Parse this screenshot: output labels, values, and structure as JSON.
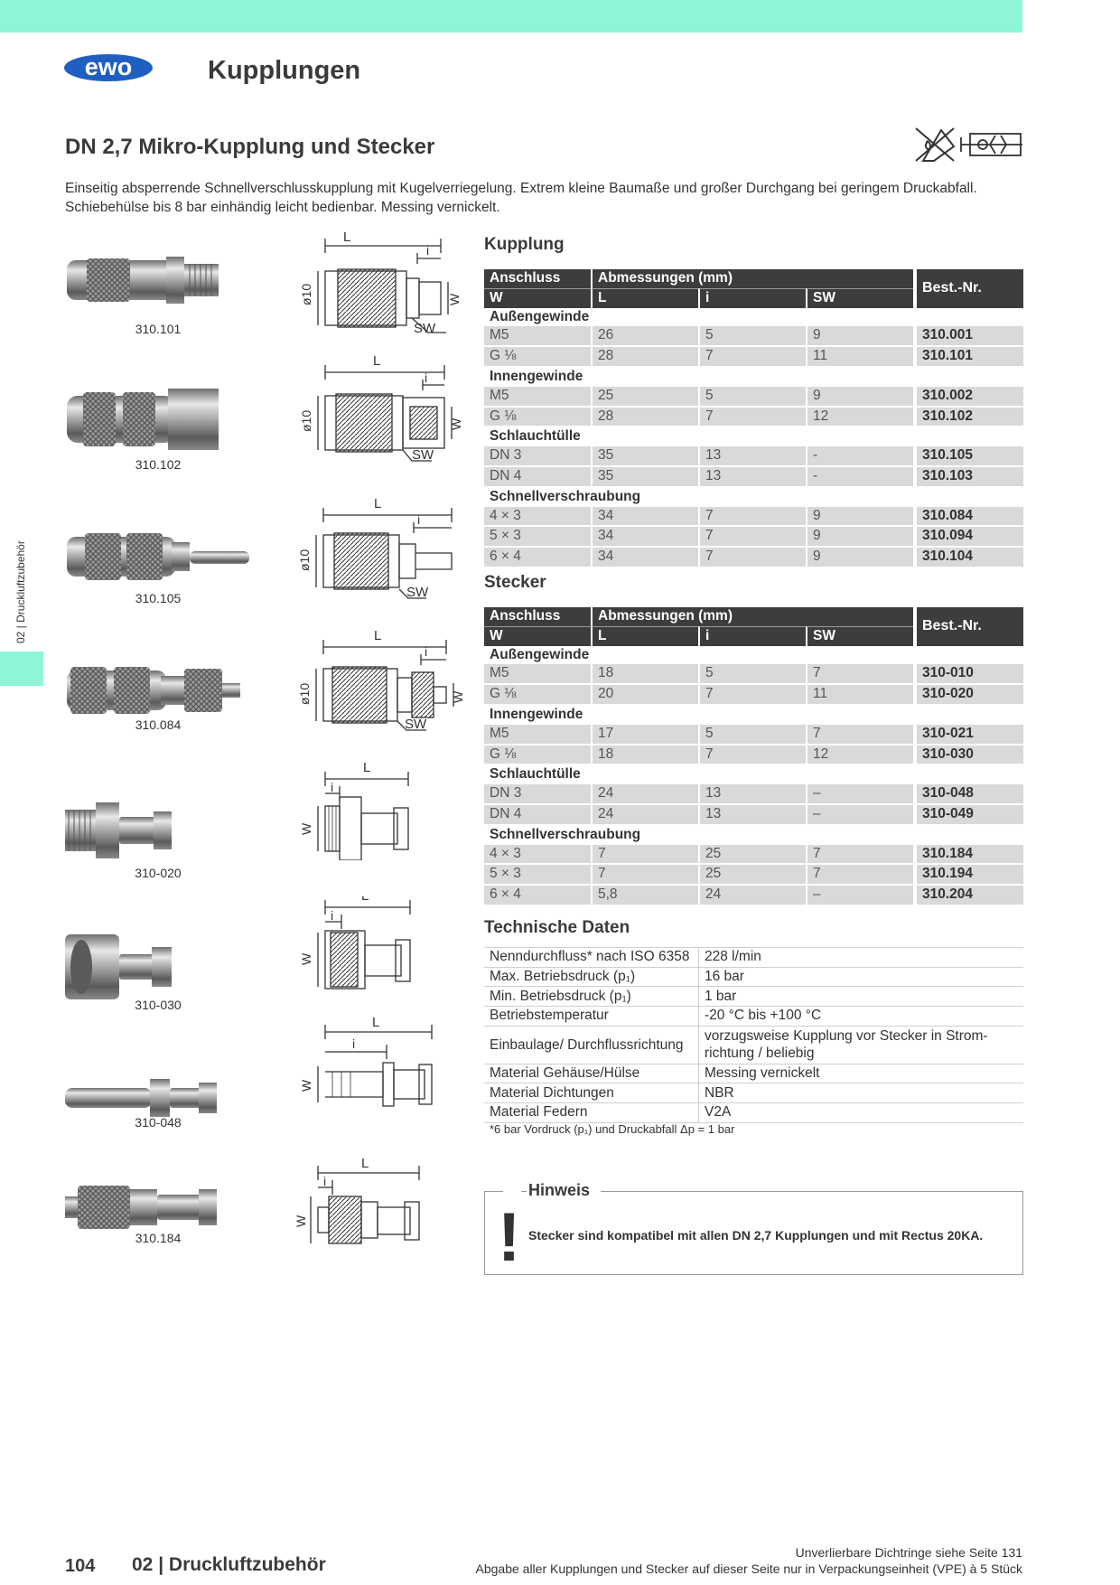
{
  "header": {
    "logo_text": "ewo",
    "section": "Kupplungen"
  },
  "title": "DN 2,7 Mikro-Kupplung und Stecker",
  "description": "Einseitig absperrende Schnellverschlusskupplung mit Kugelverriegelung. Extrem kleine Baumaße und großer Durchgang bei geringem Druckabfall. Schiebehülse bis 8 bar einhändig leicht bedienbar. Messing vernickelt.",
  "side_label": "02 | Druckluftzubehör",
  "images": [
    "310.101",
    "310.102",
    "310.105",
    "310.084",
    "310-020",
    "310-030",
    "310-048",
    "310.184"
  ],
  "drawing_labels": {
    "L": "L",
    "i": "i",
    "W": "W",
    "SW": "SW",
    "d10": "ø10"
  },
  "table_headers": {
    "anschluss": "Anschluss",
    "abmessungen": "Abmessungen (mm)",
    "w": "W",
    "l": "L",
    "i": "i",
    "sw": "SW",
    "best_nr": "Best.-Nr."
  },
  "kupplung": {
    "title": "Kupplung",
    "groups": [
      {
        "name": "Außengewinde",
        "rows": [
          [
            "M5",
            "26",
            "5",
            "9",
            "310.001"
          ],
          [
            "G ⅛",
            "28",
            "7",
            "11",
            "310.101"
          ]
        ]
      },
      {
        "name": "Innengewinde",
        "rows": [
          [
            "M5",
            "25",
            "5",
            "9",
            "310.002"
          ],
          [
            "G ⅛",
            "28",
            "7",
            "12",
            "310.102"
          ]
        ]
      },
      {
        "name": "Schlauchtülle",
        "rows": [
          [
            "DN 3",
            "35",
            "13",
            "-",
            "310.105"
          ],
          [
            "DN 4",
            "35",
            "13",
            "-",
            "310.103"
          ]
        ]
      },
      {
        "name": "Schnellverschraubung",
        "rows": [
          [
            "4 × 3",
            "34",
            "7",
            "9",
            "310.084"
          ],
          [
            "5 × 3",
            "34",
            "7",
            "9",
            "310.094"
          ],
          [
            "6 × 4",
            "34",
            "7",
            "9",
            "310.104"
          ]
        ]
      }
    ]
  },
  "stecker": {
    "title": "Stecker",
    "groups": [
      {
        "name": "Außengewinde",
        "rows": [
          [
            "M5",
            "18",
            "5",
            "7",
            "310-010"
          ],
          [
            "G ⅛",
            "20",
            "7",
            "11",
            "310-020"
          ]
        ]
      },
      {
        "name": "Innengewinde",
        "rows": [
          [
            "M5",
            "17",
            "5",
            "7",
            "310-021"
          ],
          [
            "G ⅛",
            "18",
            "7",
            "12",
            "310-030"
          ]
        ]
      },
      {
        "name": "Schlauchtülle",
        "rows": [
          [
            "DN 3",
            "24",
            "13",
            "–",
            "310-048"
          ],
          [
            "DN 4",
            "24",
            "13",
            "–",
            "310-049"
          ]
        ]
      },
      {
        "name": "Schnellverschraubung",
        "rows": [
          [
            "4 × 3",
            "7",
            "25",
            "7",
            "310.184"
          ],
          [
            "5 × 3",
            "7",
            "25",
            "7",
            "310.194"
          ],
          [
            "6 × 4",
            "5,8",
            "24",
            "–",
            "310.204"
          ]
        ]
      }
    ]
  },
  "technische_daten": {
    "title": "Technische Daten",
    "rows": [
      [
        "Nenndurchfluss* nach ISO 6358",
        "228 l/min"
      ],
      [
        "Max. Betriebsdruck (p₁)",
        "16 bar"
      ],
      [
        "Min. Betriebsdruck (p₁)",
        "1 bar"
      ],
      [
        "Betriebstemperatur",
        "-20 °C bis +100 °C"
      ],
      [
        "Einbaulage/ Durchflussrichtung",
        "vorzugsweise Kupplung vor Stecker in Strom-richtung / beliebig"
      ],
      [
        "Material Gehäuse/Hülse",
        "Messing vernickelt"
      ],
      [
        "Material Dichtungen",
        "NBR"
      ],
      [
        "Material Federn",
        "V2A"
      ]
    ],
    "footnote": "*6 bar Vordruck (p₁) und Druckabfall Δp = 1 bar"
  },
  "hinweis": {
    "title": "Hinweis",
    "icon": "exclamation-icon",
    "text": "Stecker sind kompatibel mit allen DN 2,7 Kupplungen und mit Rectus 20KA."
  },
  "footer": {
    "page_number": "104",
    "chapter": "02 | Druckluftzubehör",
    "line1": "Unverlierbare Dichtringe siehe Seite 131",
    "line2": "Abgabe aller Kupplungen und Stecker auf dieser Seite nur in Verpackungseinheit (VPE) à 5 Stück"
  },
  "colors": {
    "accent_band": "#8ff5d8",
    "logo_blue": "#1f5fbf",
    "table_header": "#3d3d3d",
    "table_row": "#d9d9d9"
  }
}
